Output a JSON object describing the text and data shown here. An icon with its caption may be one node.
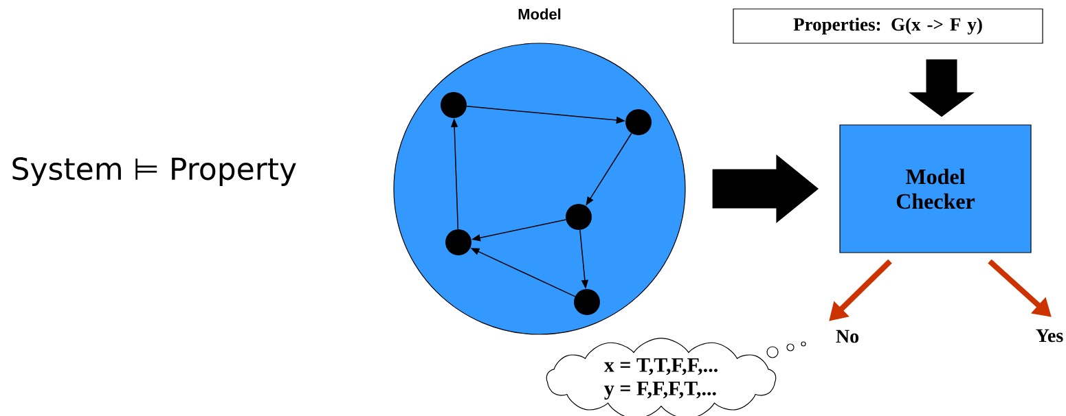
{
  "diagram": {
    "nodes": [
      {
        "text": [
          "Model"
        ]
      },
      {
        "text": [],
        "shape": "circle",
        "in": 0
      },
      {
        "text": [],
        "shape": "circle",
        "in": 0
      },
      {
        "text": [],
        "shape": "circle",
        "in": 0
      },
      {
        "text": [],
        "shape": "circle",
        "in": 0
      },
      {
        "text": [],
        "shape": "circle",
        "in": 0
      },
      {
        "text": [
          "Properties: G(x -> F y)"
        ]
      },
      {
        "text": [
          "Model Checker"
        ]
      },
      {
        "text": [
          "No"
        ]
      },
      {
        "text": [
          "Yes"
        ]
      },
      {
        "text": [
          "x = T,T,F,F,...",
          "y = F,F,F,T,..."
        ]
      }
    ],
    "edges": [
      {
        "from": 1,
        "to": 2,
        "arrow": "to"
      },
      {
        "from": 2,
        "to": 3,
        "arrow": "to"
      },
      {
        "from": 3,
        "to": 4,
        "arrow": "to"
      },
      {
        "from": 3,
        "to": 5,
        "arrow": "to"
      },
      {
        "from": 5,
        "to": 4,
        "arrow": "to"
      },
      {
        "from": 4,
        "to": 1,
        "arrow": "to"
      },
      {
        "from": 0,
        "to": 7,
        "arrow": "to",
        "style": "thick"
      },
      {
        "from": 6,
        "to": 7,
        "arrow": "to",
        "style": "thick"
      },
      {
        "from": 7,
        "to": 8,
        "arrow": "to",
        "style": "thick",
        "color": "#cc3300"
      },
      {
        "from": 7,
        "to": 9,
        "arrow": "to",
        "style": "thick",
        "color": "#cc3300"
      }
    ],
    "labels": [
      "System ⊨ Property"
    ]
  }
}
